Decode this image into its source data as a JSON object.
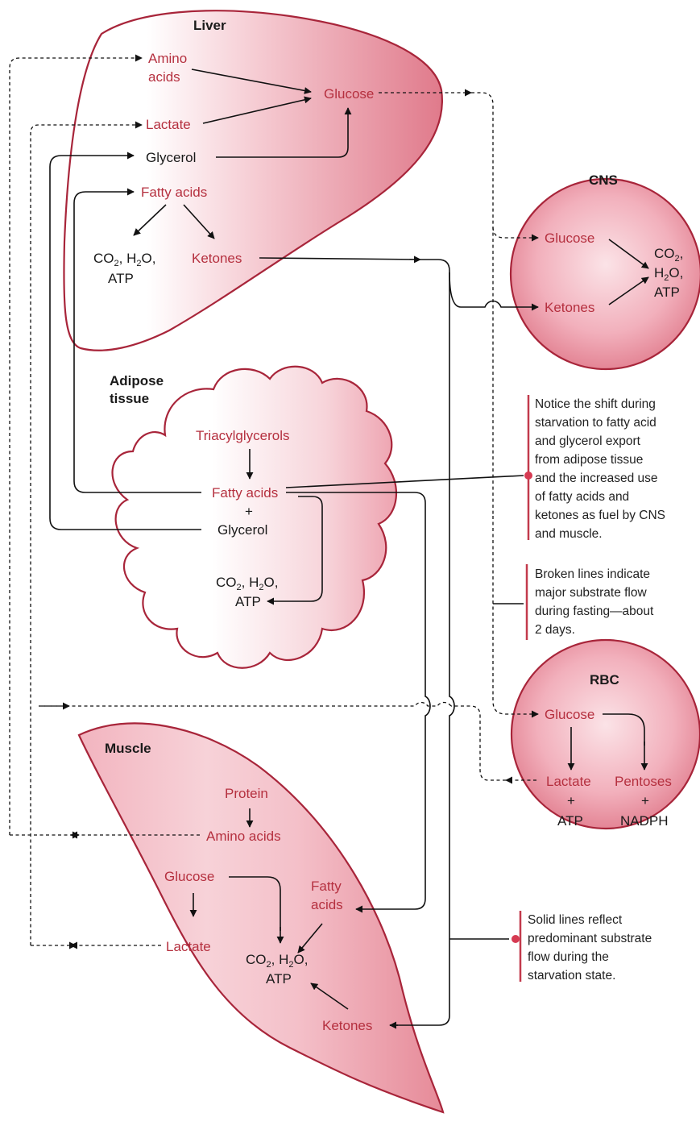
{
  "colors": {
    "organ_outline": "#a8253a",
    "metabolite_text": "#b5303f",
    "fill_light": "#ffffff",
    "fill_pink": "#e68a98",
    "annotation_dot": "#d63a52"
  },
  "liver": {
    "title": "Liver",
    "amino_acids_1": "Amino",
    "amino_acids_2": "acids",
    "glucose": "Glucose",
    "lactate": "Lactate",
    "glycerol": "Glycerol",
    "fatty_acids": "Fatty acids",
    "products_1": "CO",
    "products_1b": "2",
    "products_1c": ", H",
    "products_1d": "2",
    "products_1e": "O,",
    "products_2": "ATP",
    "ketones": "Ketones"
  },
  "cns": {
    "title": "CNS",
    "glucose": "Glucose",
    "ketones": "Ketones",
    "products_co": "CO",
    "products_co_sub": "2",
    "products_co_end": ",",
    "products_h": "H",
    "products_h_sub": "2",
    "products_h_end": "O,",
    "products_atp": "ATP"
  },
  "adipose": {
    "title_1": "Adipose",
    "title_2": "tissue",
    "triacylglycerols": "Triacylglycerols",
    "fatty_acids": "Fatty acids",
    "plus": "+",
    "glycerol": "Glycerol",
    "products_1": "CO",
    "products_1b": "2",
    "products_1c": ", H",
    "products_1d": "2",
    "products_1e": "O,",
    "products_2": "ATP"
  },
  "rbc": {
    "title": "RBC",
    "glucose": "Glucose",
    "lactate": "Lactate",
    "pentoses": "Pentoses",
    "plus_1": "+",
    "plus_2": "+",
    "atp": "ATP",
    "nadph": "NADPH"
  },
  "muscle": {
    "title": "Muscle",
    "protein": "Protein",
    "amino_acids": "Amino acids",
    "glucose": "Glucose",
    "lactate": "Lactate",
    "fatty_acids_1": "Fatty",
    "fatty_acids_2": "acids",
    "products_1": "CO",
    "products_1b": "2",
    "products_1c": ", H",
    "products_1d": "2",
    "products_1e": "O,",
    "products_2": "ATP",
    "ketones": "Ketones"
  },
  "notes": {
    "shift": [
      "Notice the shift during",
      "starvation to fatty acid",
      "and glycerol export",
      "from adipose tissue",
      "and the increased use",
      "of fatty acids and",
      "ketones as fuel by CNS",
      "and muscle."
    ],
    "broken": [
      "Broken lines indicate",
      "major substrate flow",
      "during fasting—about",
      "2 days."
    ],
    "solid": [
      "Solid lines reflect",
      "predominant substrate",
      "flow during the",
      "starvation state."
    ]
  }
}
